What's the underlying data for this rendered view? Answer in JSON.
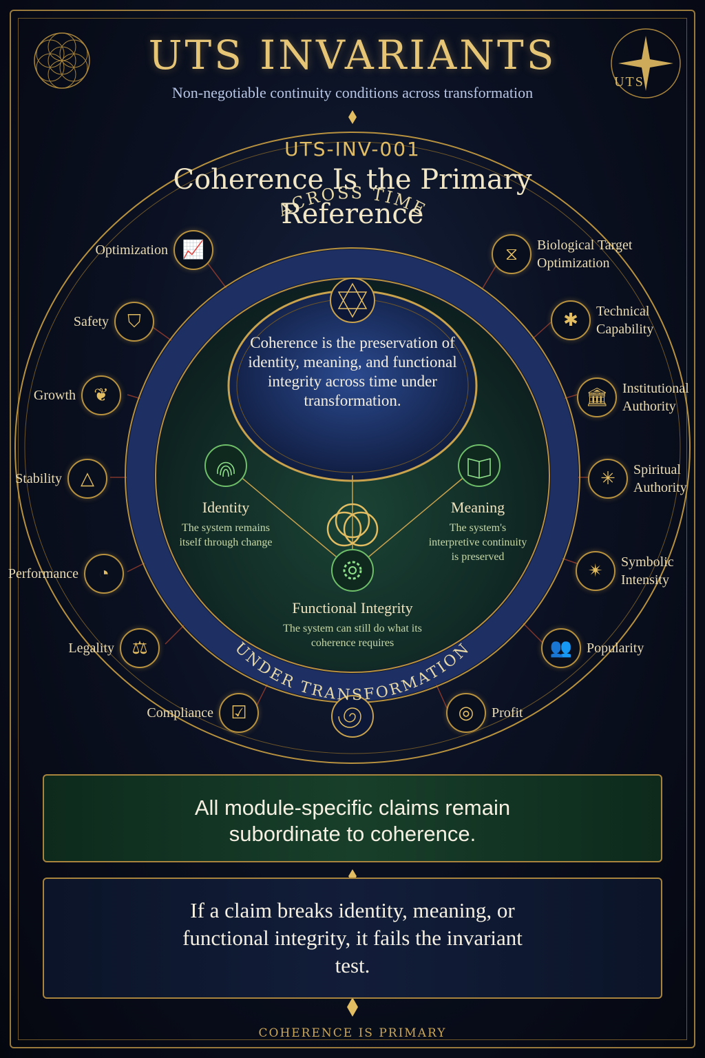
{
  "header": {
    "title": "UTS INVARIANTS",
    "subtitle": "Non-negotiable continuity conditions across transformation",
    "corner_label": "UTS"
  },
  "invariant": {
    "id": "UTS-INV-001",
    "title": "Coherence Is the Primary Reference"
  },
  "ring": {
    "top_label": "ACROSS TIME",
    "bottom_label": "UNDER TRANSFORMATION"
  },
  "core": {
    "definition": "Coherence is the preservation of identity, meaning, and functional integrity across time under transformation."
  },
  "pillars": {
    "identity": {
      "title": "Identity",
      "desc": "The system remains itself through change",
      "icon": "fingerprint-icon"
    },
    "meaning": {
      "title": "Meaning",
      "desc": "The system's interpretive continuity is preserved",
      "icon": "book-icon"
    },
    "functional": {
      "title": "Functional Integrity",
      "desc": "The system can still do what its coherence requires",
      "icon": "gear-icon"
    }
  },
  "outer_left": [
    {
      "label": "Optimization",
      "icon": "bar-chart-icon",
      "glyph": "📈"
    },
    {
      "label": "Safety",
      "icon": "shield-icon",
      "glyph": "⛉"
    },
    {
      "label": "Growth",
      "icon": "sprout-icon",
      "glyph": "❦"
    },
    {
      "label": "Stability",
      "icon": "triangle-icon",
      "glyph": "△"
    },
    {
      "label": "Performance",
      "icon": "gauge-icon",
      "glyph": "◔"
    },
    {
      "label": "Legality",
      "icon": "scales-icon",
      "glyph": "⚖"
    },
    {
      "label": "Compliance",
      "icon": "checkbox-icon",
      "glyph": "☑"
    }
  ],
  "outer_right": [
    {
      "label": "Biological Target Optimization",
      "icon": "dna-icon",
      "glyph": "⧖"
    },
    {
      "label": "Technical Capability",
      "icon": "network-icon",
      "glyph": "✱"
    },
    {
      "label": "Institutional Authority",
      "icon": "pillars-icon",
      "glyph": "🏛"
    },
    {
      "label": "Spiritual Authority",
      "icon": "starburst-icon",
      "glyph": "✳"
    },
    {
      "label": "Symbolic Intensity",
      "icon": "star-icon",
      "glyph": "✴"
    },
    {
      "label": "Popularity",
      "icon": "people-icon",
      "glyph": "👥"
    },
    {
      "label": "Profit",
      "icon": "coins-icon",
      "glyph": "◎"
    }
  ],
  "panels": {
    "principle": "All module-specific claims remain subordinate to coherence.",
    "test": "If a claim breaks identity, meaning, or functional integrity, it fails the invariant test."
  },
  "footer": "COHERENCE IS PRIMARY",
  "colors": {
    "gold": "#d9b25a",
    "navy": "#0b1122",
    "green": "#183f2a",
    "ring_blue": "#1d2f63"
  }
}
